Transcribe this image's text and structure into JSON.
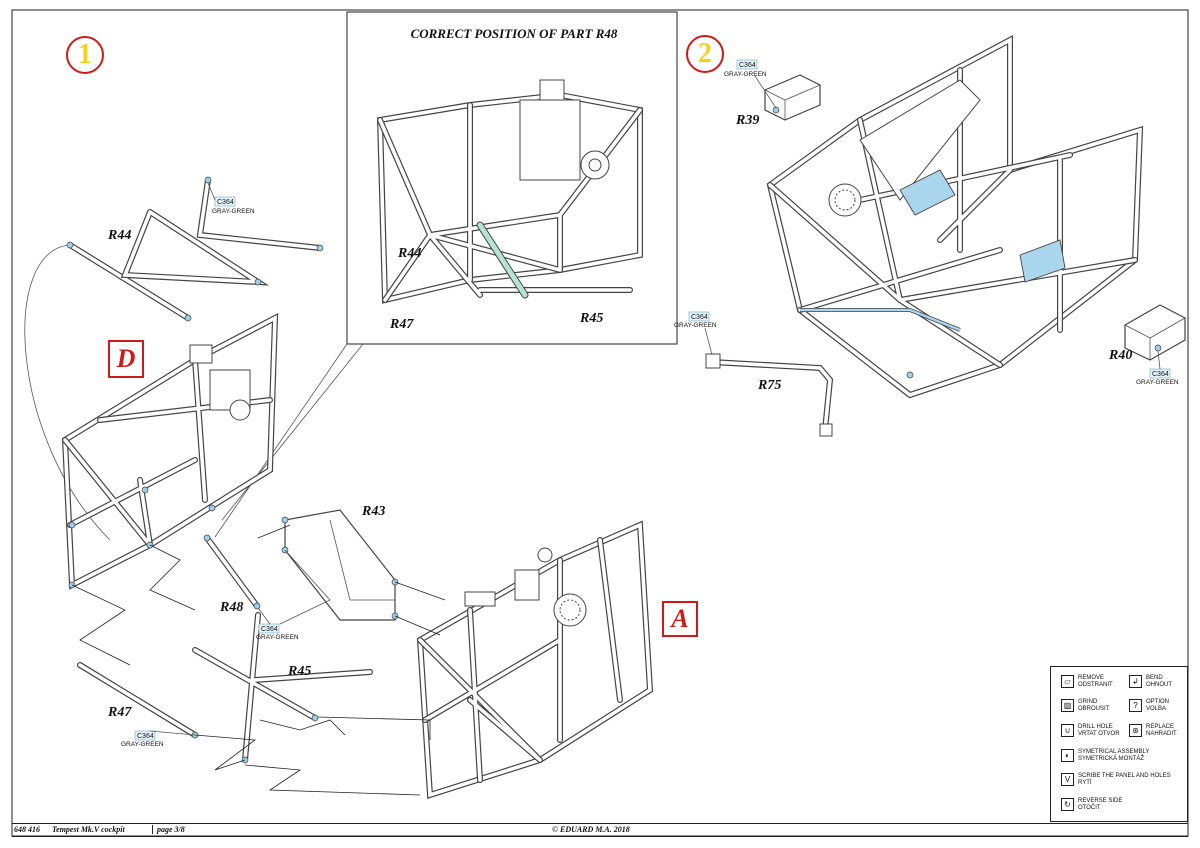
{
  "inset": {
    "title": "CORRECT POSITION OF PART R48"
  },
  "steps": {
    "one": "1",
    "two": "2"
  },
  "refs": {
    "d": "D",
    "a": "A"
  },
  "parts": {
    "r44_main": "R44",
    "r43": "R43",
    "r48": "R48",
    "r45_main": "R45",
    "r47_main": "R47",
    "r44_inset": "R44",
    "r47_inset": "R47",
    "r45_inset": "R45",
    "r39": "R39",
    "r40": "R40",
    "r75": "R75"
  },
  "paint": {
    "code": "C364",
    "name": "GRAY-GREEN"
  },
  "legend": {
    "remove": "REMOVE\nODSTRANIT",
    "bend": "BEND\nOHNOUT",
    "grind": "GRIND\nOBROUSIT",
    "option": "OPTION\nVOLBA",
    "drill": "DRILL HOLE\nVRTAT OTVOR",
    "replace": "REPLACE\nNAHRADIT",
    "symmetrical": "SYMETRICAL ASSEMBLY\nSYMETRICKÁ MONTÁŽ",
    "scribe": "SCRIBE THE PANEL AND HOLES\nRYTÍ",
    "reverse": "REVERSE SIDE\nOTOČIT"
  },
  "footer": {
    "code": "648 416",
    "title": "Tempest Mk.V cockpit",
    "page": "page 3/8",
    "copyright": "© EDUARD  M.A. 2018"
  },
  "colors": {
    "accent_red": "#d21919",
    "step_yellow": "#f2d21b",
    "paint_blue": "#9ccfe8"
  }
}
